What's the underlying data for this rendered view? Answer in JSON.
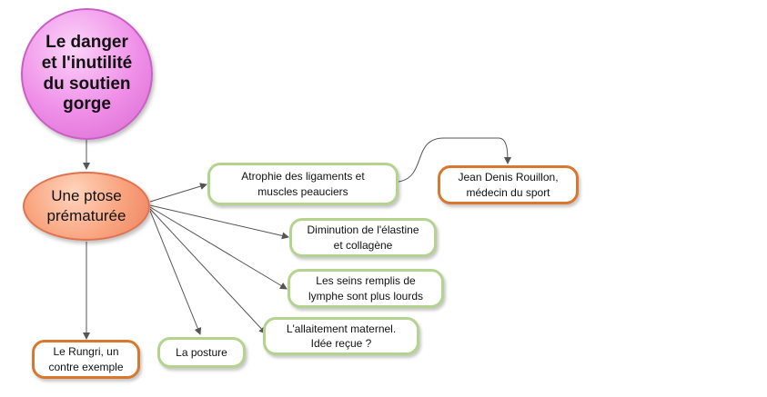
{
  "root": {
    "label": "Le danger\net l'inutilité\ndu soutien\ngorge"
  },
  "hub": {
    "label": "Une ptose\nprématurée"
  },
  "nodes": {
    "atrophie": "Atrophie des ligaments et\nmuscles peauciers",
    "rouillon": "Jean Denis Rouillon,\nmédecin du sport",
    "elastine": "Diminution de l'élastine\net collagène",
    "lymphe": "Les seins remplis de\nlymphe sont plus lourds",
    "allaitement": "L'allaitement maternel.\nIdée reçue ?",
    "posture": "La posture",
    "rungri": "Le Rungri, un\ncontre exemple"
  },
  "colors": {
    "root_fill": "#ef8ee8",
    "hub_fill": "#f9a47f",
    "leaf_green_border": "#b4d38f",
    "leaf_orange_border": "#d9772f",
    "connector": "#555555"
  }
}
